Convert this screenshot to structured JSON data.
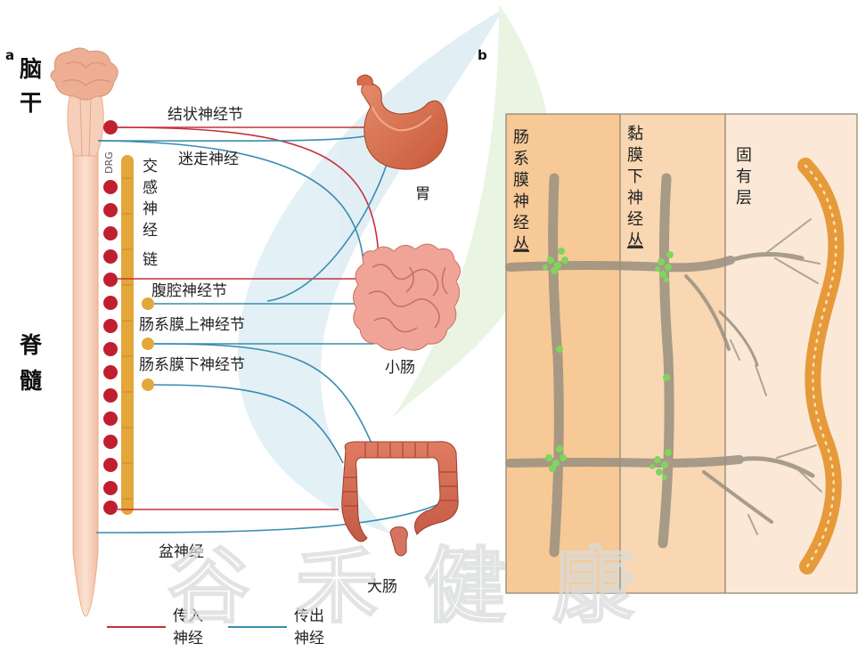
{
  "panel_a": {
    "label": "a",
    "brainstem_chars": [
      "脑",
      "干"
    ],
    "spinal_cord_chars": [
      "脊",
      "髓"
    ],
    "drg": "DRG",
    "sympathetic_chain_chars": [
      "交",
      "感",
      "神",
      "经",
      "链"
    ],
    "nodose_ganglion": "结状神经节",
    "vagus_nerve": "迷走神经",
    "celiac_ganglion": "腹腔神经节",
    "superior_mesenteric_ganglion": "肠系膜上神经节",
    "inferior_mesenteric_ganglion": "肠系膜下神经节",
    "pelvic_nerve": "盆神经",
    "stomach": "胃",
    "small_intestine": "小肠",
    "large_intestine": "大肠",
    "legend": {
      "afferent": [
        "传入",
        "神经"
      ],
      "efferent": [
        "传出",
        "神经"
      ],
      "afferent_color": "#c8303a",
      "efferent_color": "#3a8cb0"
    }
  },
  "panel_b": {
    "label": "b",
    "myenteric_plexus_chars": [
      "肠",
      "系",
      "膜",
      "神",
      "经",
      "丛"
    ],
    "submucosal_plexus_chars": [
      "黏",
      "膜",
      "下",
      "神",
      "经",
      "丛"
    ],
    "lamina_propria_chars": [
      "固",
      "有",
      "层"
    ]
  },
  "watermark_chars": [
    "谷",
    "禾",
    "健",
    "康"
  ]
}
